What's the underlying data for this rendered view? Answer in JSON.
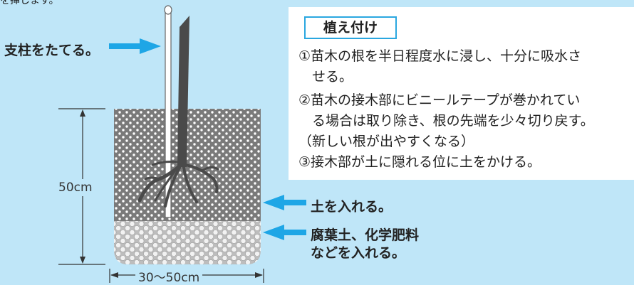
{
  "top_text_fragment": "を挿します。",
  "pole_label": "支柱をたてる。",
  "soil_label": "土を入れる。",
  "compost_label_line1": "腐葉土、化学肥料",
  "compost_label_line2": "などを入れる。",
  "height_dimension": "50cm",
  "width_dimension": "30〜50cm",
  "instructions": {
    "title": "植え付け",
    "steps": [
      {
        "lines": [
          "①苗木の根を半日程度水に浸し、十分に吸水さ",
          "　せる。"
        ]
      },
      {
        "lines": [
          "②苗木の接木部にビニールテープが巻かれてい",
          "　る場合は取り除き、根の先端を少々切り戻す。",
          "（新しい根が出やすくなる）"
        ]
      },
      {
        "lines": [
          "③接木部が土に隠れる位に土をかける。"
        ]
      }
    ]
  },
  "colors": {
    "background": "#bfe6f8",
    "arrow": "#1ea6e6",
    "title_border": "#2aa7e0",
    "soil": "#7a7a7a",
    "compost": "#d2d2d2",
    "seedling": "#4a4a4a"
  }
}
